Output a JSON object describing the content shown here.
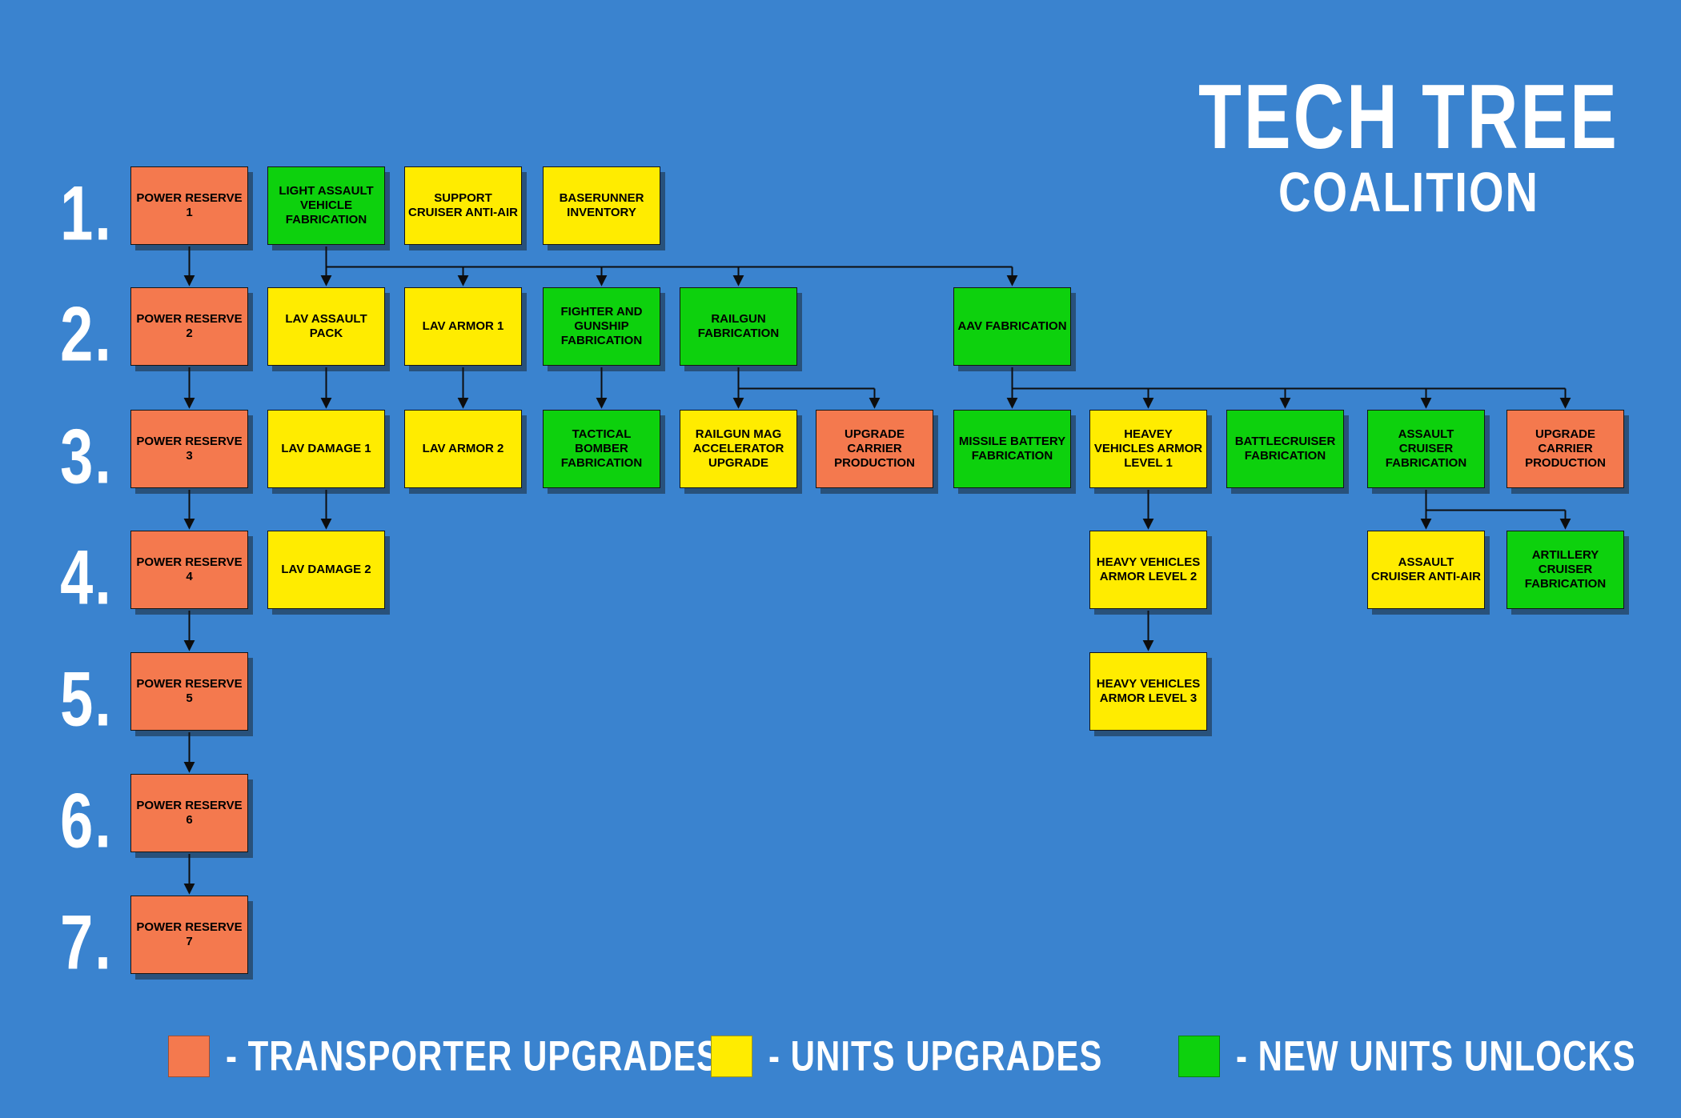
{
  "title": {
    "line1": "TECH TREE",
    "line2": "COALITION"
  },
  "row_labels": [
    "1.",
    "2.",
    "3.",
    "4.",
    "5.",
    "6.",
    "7."
  ],
  "colors": {
    "background": "#3A83CF",
    "transporter": "#F4794E",
    "upgrade": "#FFEC00",
    "unlock": "#0DD10D",
    "line": "#0D0D0D",
    "heading_text": "#FFFFFF",
    "node_text": "#000000"
  },
  "nodes": [
    {
      "id": "power-reserve-1",
      "label": "POWER RESERVE 1",
      "type": "transporter",
      "row": 1,
      "col": 0
    },
    {
      "id": "light-assault-vehicle-fabrication",
      "label": "LIGHT ASSAULT VEHICLE FABRICATION",
      "type": "unlock",
      "row": 1,
      "col": 1
    },
    {
      "id": "support-cruiser-anti-air",
      "label": "SUPPORT CRUISER ANTI-AIR",
      "type": "upgrade",
      "row": 1,
      "col": 2
    },
    {
      "id": "baserunner-inventory",
      "label": "BASERUNNER INVENTORY",
      "type": "upgrade",
      "row": 1,
      "col": 3
    },
    {
      "id": "power-reserve-2",
      "label": "POWER RESERVE 2",
      "type": "transporter",
      "row": 2,
      "col": 0
    },
    {
      "id": "lav-assault-pack",
      "label": "LAV ASSAULT PACK",
      "type": "upgrade",
      "row": 2,
      "col": 1
    },
    {
      "id": "lav-armor-1",
      "label": "LAV ARMOR 1",
      "type": "upgrade",
      "row": 2,
      "col": 2
    },
    {
      "id": "fighter-and-gunship-fabrication",
      "label": "FIGHTER AND GUNSHIP FABRICATION",
      "type": "unlock",
      "row": 2,
      "col": 3
    },
    {
      "id": "railgun-fabrication",
      "label": "RAILGUN FABRICATION",
      "type": "unlock",
      "row": 2,
      "col": 4
    },
    {
      "id": "aav-fabrication",
      "label": "AAV FABRICATION",
      "type": "unlock",
      "row": 2,
      "col": 6
    },
    {
      "id": "power-reserve-3",
      "label": "POWER RESERVE 3",
      "type": "transporter",
      "row": 3,
      "col": 0
    },
    {
      "id": "lav-damage-1",
      "label": "LAV DAMAGE 1",
      "type": "upgrade",
      "row": 3,
      "col": 1
    },
    {
      "id": "lav-armor-2",
      "label": "LAV ARMOR 2",
      "type": "upgrade",
      "row": 3,
      "col": 2
    },
    {
      "id": "tactical-bomber-fabrication",
      "label": "TACTICAL BOMBER FABRICATION",
      "type": "unlock",
      "row": 3,
      "col": 3
    },
    {
      "id": "railgun-mag-accelerator-upgrade",
      "label": "RAILGUN MAG ACCELERATOR UPGRADE",
      "type": "upgrade",
      "row": 3,
      "col": 4
    },
    {
      "id": "upgrade-carrier-production-1",
      "label": "UPGRADE CARRIER PRODUCTION",
      "type": "transporter",
      "row": 3,
      "col": 5
    },
    {
      "id": "missile-battery-fabrication",
      "label": "MISSILE BATTERY FABRICATION",
      "type": "unlock",
      "row": 3,
      "col": 6
    },
    {
      "id": "heavy-vehicles-armor-level-1",
      "label": "HEAVEY VEHICLES ARMOR LEVEL 1",
      "type": "upgrade",
      "row": 3,
      "col": 7
    },
    {
      "id": "battlecruiser-fabrication",
      "label": "BATTLECRUISER FABRICATION",
      "type": "unlock",
      "row": 3,
      "col": 8
    },
    {
      "id": "assault-cruiser-fabrication",
      "label": "ASSAULT CRUISER FABRICATION",
      "type": "unlock",
      "row": 3,
      "col": 9
    },
    {
      "id": "upgrade-carrier-production-2",
      "label": "UPGRADE CARRIER PRODUCTION",
      "type": "transporter",
      "row": 3,
      "col": 10
    },
    {
      "id": "power-reserve-4",
      "label": "POWER RESERVE 4",
      "type": "transporter",
      "row": 4,
      "col": 0
    },
    {
      "id": "lav-damage-2",
      "label": "LAV DAMAGE 2",
      "type": "upgrade",
      "row": 4,
      "col": 1
    },
    {
      "id": "heavy-vehicles-armor-level-2",
      "label": "HEAVY VEHICLES ARMOR LEVEL 2",
      "type": "upgrade",
      "row": 4,
      "col": 7
    },
    {
      "id": "assault-cruiser-anti-air",
      "label": "ASSAULT CRUISER ANTI-AIR",
      "type": "upgrade",
      "row": 4,
      "col": 9
    },
    {
      "id": "artillery-cruiser-fabrication",
      "label": "ARTILLERY CRUISER FABRICATION",
      "type": "unlock",
      "row": 4,
      "col": 10
    },
    {
      "id": "power-reserve-5",
      "label": "POWER RESERVE 5",
      "type": "transporter",
      "row": 5,
      "col": 0
    },
    {
      "id": "heavy-vehicles-armor-level-3",
      "label": "HEAVY VEHICLES ARMOR LEVEL 3",
      "type": "upgrade",
      "row": 5,
      "col": 7
    },
    {
      "id": "power-reserve-6",
      "label": "POWER RESERVE 6",
      "type": "transporter",
      "row": 6,
      "col": 0
    },
    {
      "id": "power-reserve-7",
      "label": "POWER RESERVE 7",
      "type": "transporter",
      "row": 7,
      "col": 0
    }
  ],
  "edges": [
    {
      "from": "power-reserve-1",
      "to": [
        "power-reserve-2"
      ]
    },
    {
      "from": "power-reserve-2",
      "to": [
        "power-reserve-3"
      ]
    },
    {
      "from": "power-reserve-3",
      "to": [
        "power-reserve-4"
      ]
    },
    {
      "from": "power-reserve-4",
      "to": [
        "power-reserve-5"
      ]
    },
    {
      "from": "power-reserve-5",
      "to": [
        "power-reserve-6"
      ]
    },
    {
      "from": "power-reserve-6",
      "to": [
        "power-reserve-7"
      ]
    },
    {
      "from": "light-assault-vehicle-fabrication",
      "to": [
        "lav-assault-pack",
        "lav-armor-1",
        "fighter-and-gunship-fabrication",
        "railgun-fabrication",
        "aav-fabrication"
      ]
    },
    {
      "from": "lav-assault-pack",
      "to": [
        "lav-damage-1"
      ]
    },
    {
      "from": "lav-armor-1",
      "to": [
        "lav-armor-2"
      ]
    },
    {
      "from": "fighter-and-gunship-fabrication",
      "to": [
        "tactical-bomber-fabrication"
      ]
    },
    {
      "from": "railgun-fabrication",
      "to": [
        "railgun-mag-accelerator-upgrade",
        "upgrade-carrier-production-1"
      ]
    },
    {
      "from": "lav-damage-1",
      "to": [
        "lav-damage-2"
      ]
    },
    {
      "from": "aav-fabrication",
      "to": [
        "missile-battery-fabrication",
        "heavy-vehicles-armor-level-1",
        "battlecruiser-fabrication",
        "assault-cruiser-fabrication",
        "upgrade-carrier-production-2"
      ]
    },
    {
      "from": "heavy-vehicles-armor-level-1",
      "to": [
        "heavy-vehicles-armor-level-2"
      ]
    },
    {
      "from": "heavy-vehicles-armor-level-2",
      "to": [
        "heavy-vehicles-armor-level-3"
      ]
    },
    {
      "from": "assault-cruiser-fabrication",
      "to": [
        "assault-cruiser-anti-air",
        "artillery-cruiser-fabrication"
      ]
    }
  ],
  "legend": {
    "items": [
      {
        "key": "transporter-upgrades",
        "color": "#F4794E",
        "label": "- TRANSPORTER UPGRADES"
      },
      {
        "key": "units-upgrades",
        "color": "#FFEC00",
        "label": "- UNITS UPGRADES"
      },
      {
        "key": "new-units-unlocks",
        "color": "#0DD10D",
        "label": "- NEW UNITS UNLOCKS"
      }
    ]
  }
}
